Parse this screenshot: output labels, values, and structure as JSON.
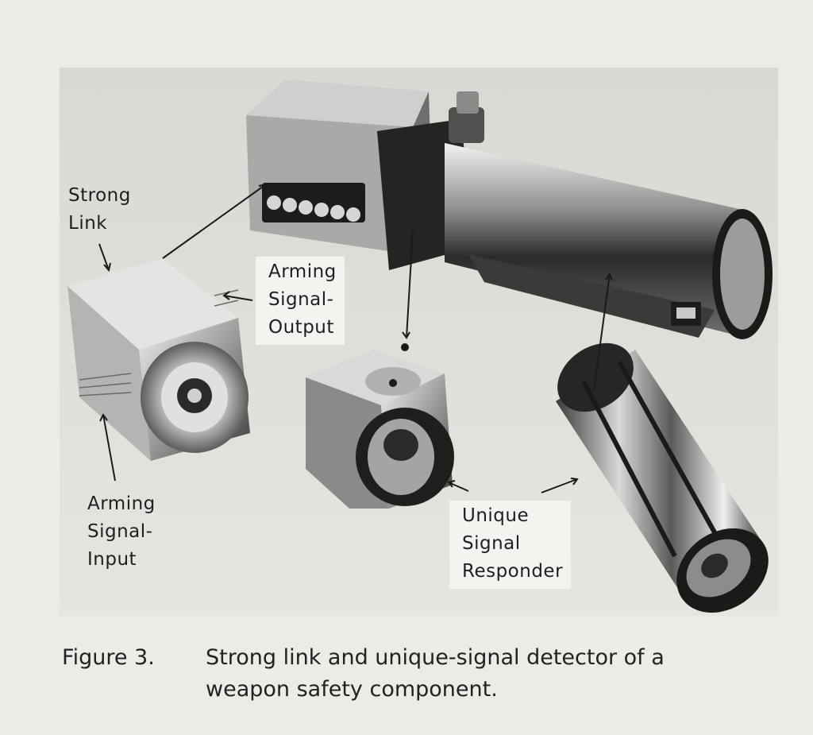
{
  "labels": {
    "strong_link": [
      "Strong",
      "Link"
    ],
    "arming_output": [
      "Arming",
      "Signal-",
      "Output"
    ],
    "arming_input": [
      "Arming",
      "Signal-",
      "Input"
    ],
    "unique_signal": [
      "Unique",
      "Signal",
      "Responder"
    ]
  },
  "caption": {
    "number": "Figure 3.",
    "line1": "Strong link and unique-signal detector of a",
    "line2": "weapon safety component."
  }
}
